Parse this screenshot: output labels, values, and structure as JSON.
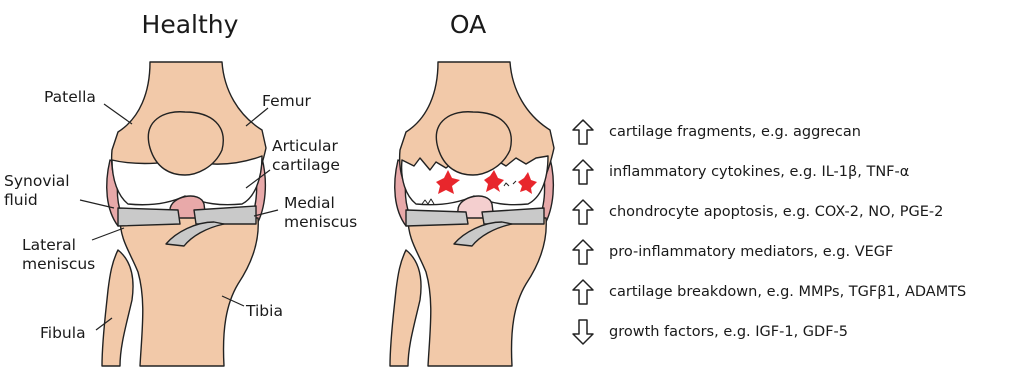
{
  "titles": {
    "healthy": "Healthy",
    "oa": "OA"
  },
  "labels": {
    "patella": "Patella",
    "femur": "Femur",
    "articular": [
      "Articular",
      "cartilage"
    ],
    "synovial": [
      "Synovial",
      "fluid"
    ],
    "medial": [
      "Medial",
      "meniscus"
    ],
    "lateral": [
      "Lateral",
      "meniscus"
    ],
    "tibia": "Tibia",
    "fibula": "Fibula"
  },
  "changes": [
    {
      "direction": "up",
      "text": "cartilage fragments, e.g. aggrecan"
    },
    {
      "direction": "up",
      "text": "inflammatory cytokines, e.g. IL-1β, TNF-α"
    },
    {
      "direction": "up",
      "text": "chondrocyte apoptosis, e.g. COX-2, NO, PGE-2"
    },
    {
      "direction": "up",
      "text": "pro-inflammatory mediators, e.g. VEGF"
    },
    {
      "direction": "up",
      "text": "cartilage breakdown, e.g. MMPs, TGFβ1, ADAMTS"
    },
    {
      "direction": "down",
      "text": "growth factors, e.g. IGF-1, GDF-5"
    }
  ],
  "colors": {
    "bone": "#f2c9a9",
    "cartilage": "#ffffff",
    "meniscus": "#c9c9c9",
    "synovial": "#e8a9a9",
    "lesion": "#e8262c",
    "outline": "#222222"
  }
}
